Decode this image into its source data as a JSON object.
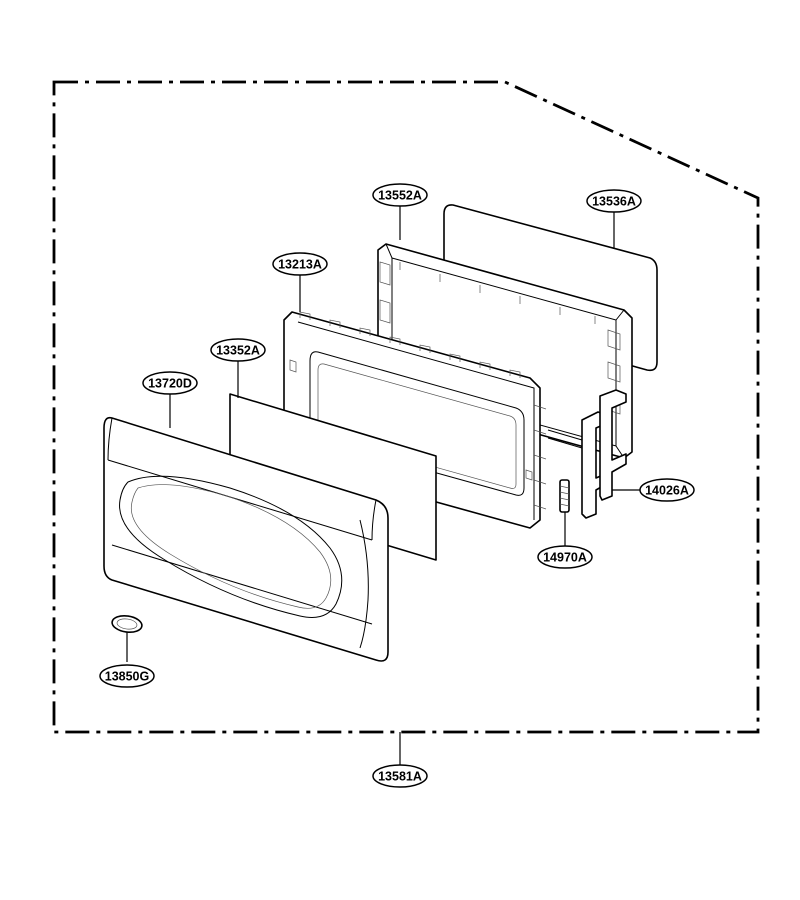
{
  "labels": {
    "p13552A": "13552A",
    "p13536A": "13536A",
    "p13213A": "13213A",
    "p13352A": "13352A",
    "p13720D": "13720D",
    "p14026A": "14026A",
    "p14970A": "14970A",
    "p13850G": "13850G",
    "p13581A": "13581A"
  }
}
